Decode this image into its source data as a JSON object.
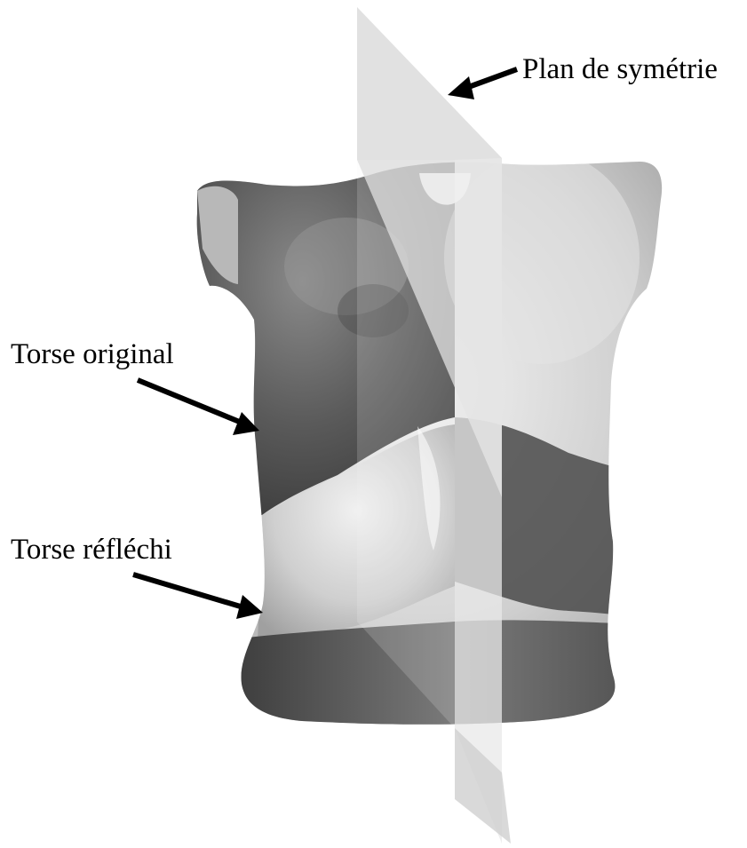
{
  "labels": {
    "symmetry_plane": "Plan de symétrie",
    "original_torso": "Torse original",
    "reflected_torso": "Torse réfléchi"
  },
  "colors": {
    "background": "#ffffff",
    "plane": "#d8d8d8",
    "original_surface": "#5e5e5e",
    "reflected_surface": "#c4c4c4",
    "arrow": "#000000"
  }
}
